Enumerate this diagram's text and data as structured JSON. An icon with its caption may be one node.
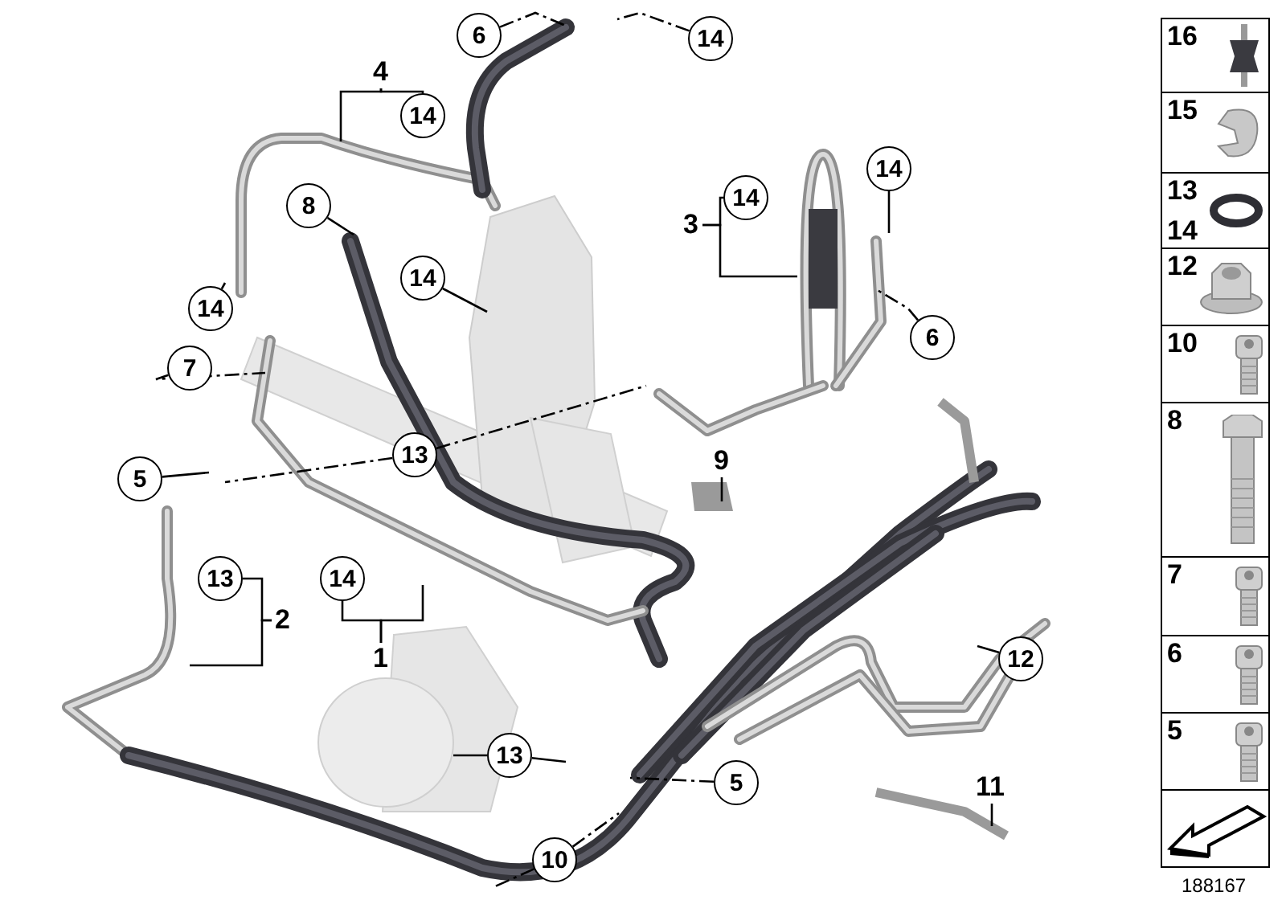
{
  "diagram": {
    "nodes": [
      {
        "text": [
          "4"
        ]
      },
      {
        "text": [
          "6"
        ]
      },
      {
        "text": [
          "14"
        ]
      },
      {
        "text": [
          "14"
        ]
      },
      {
        "text": [
          "8"
        ]
      },
      {
        "text": [
          "14"
        ]
      },
      {
        "text": [
          "14"
        ]
      },
      {
        "text": [
          "3"
        ]
      },
      {
        "text": [
          "14"
        ]
      },
      {
        "text": [
          "14"
        ]
      },
      {
        "text": [
          "6"
        ]
      },
      {
        "text": [
          "7"
        ]
      },
      {
        "text": [
          "13"
        ]
      },
      {
        "text": [
          "5"
        ]
      },
      {
        "text": [
          "9"
        ]
      },
      {
        "text": [
          "13"
        ]
      },
      {
        "text": [
          "14"
        ]
      },
      {
        "text": [
          "2"
        ]
      },
      {
        "text": [
          "1"
        ]
      },
      {
        "text": [
          "12"
        ]
      },
      {
        "text": [
          "13"
        ]
      },
      {
        "text": [
          "5"
        ]
      },
      {
        "text": [
          "11"
        ]
      },
      {
        "text": [
          "10"
        ]
      },
      {
        "text": [
          "16"
        ]
      },
      {
        "text": [
          "15"
        ]
      },
      {
        "text": [
          "13",
          "14"
        ]
      },
      {
        "text": [
          "12"
        ]
      },
      {
        "text": [
          "10"
        ]
      },
      {
        "text": [
          "8"
        ]
      },
      {
        "text": [
          "7"
        ]
      },
      {
        "text": [
          "6"
        ]
      },
      {
        "text": [
          "5"
        ]
      },
      {
        "text": [],
        "shape": "box"
      }
    ],
    "edges": [
      {
        "from": 0,
        "to": 3,
        "arrow": "none"
      },
      {
        "from": 0,
        "to": null,
        "arrow": "none"
      },
      {
        "from": 1,
        "to": null,
        "arrow": "none",
        "style": "dashed"
      },
      {
        "from": 2,
        "to": null,
        "arrow": "none",
        "style": "dashed"
      },
      {
        "from": 4,
        "to": null,
        "arrow": "none"
      },
      {
        "from": 7,
        "to": 5,
        "arrow": "none"
      },
      {
        "from": 7,
        "to": null,
        "arrow": "none"
      },
      {
        "from": 6,
        "to": null,
        "arrow": "none"
      },
      {
        "from": 8,
        "to": null,
        "arrow": "none"
      },
      {
        "from": 9,
        "to": null,
        "arrow": "none"
      },
      {
        "from": 10,
        "to": null,
        "arrow": "none",
        "style": "dashed"
      },
      {
        "from": 11,
        "to": null,
        "arrow": "none",
        "style": "dashed"
      },
      {
        "from": 12,
        "to": null,
        "arrow": "none",
        "style": "dashed"
      },
      {
        "from": 12,
        "to": null,
        "arrow": "none",
        "style": "dashed"
      },
      {
        "from": 13,
        "to": null,
        "arrow": "none"
      },
      {
        "from": 14,
        "to": null,
        "arrow": "none"
      },
      {
        "from": 17,
        "to": 15,
        "arrow": "none"
      },
      {
        "from": 17,
        "to": null,
        "arrow": "none"
      },
      {
        "from": 18,
        "to": 16,
        "arrow": "none"
      },
      {
        "from": 18,
        "to": null,
        "arrow": "none"
      },
      {
        "from": 19,
        "to": null,
        "arrow": "none"
      },
      {
        "from": 20,
        "to": null,
        "arrow": "none"
      },
      {
        "from": 20,
        "to": null,
        "arrow": "none"
      },
      {
        "from": 21,
        "to": null,
        "arrow": "none",
        "style": "dashed"
      },
      {
        "from": 22,
        "to": null,
        "arrow": "none"
      },
      {
        "from": 23,
        "to": null,
        "arrow": "none",
        "style": "dashed"
      },
      {
        "from": 23,
        "to": null,
        "arrow": "none",
        "style": "dashed"
      }
    ],
    "labels": [
      "188167"
    ]
  }
}
